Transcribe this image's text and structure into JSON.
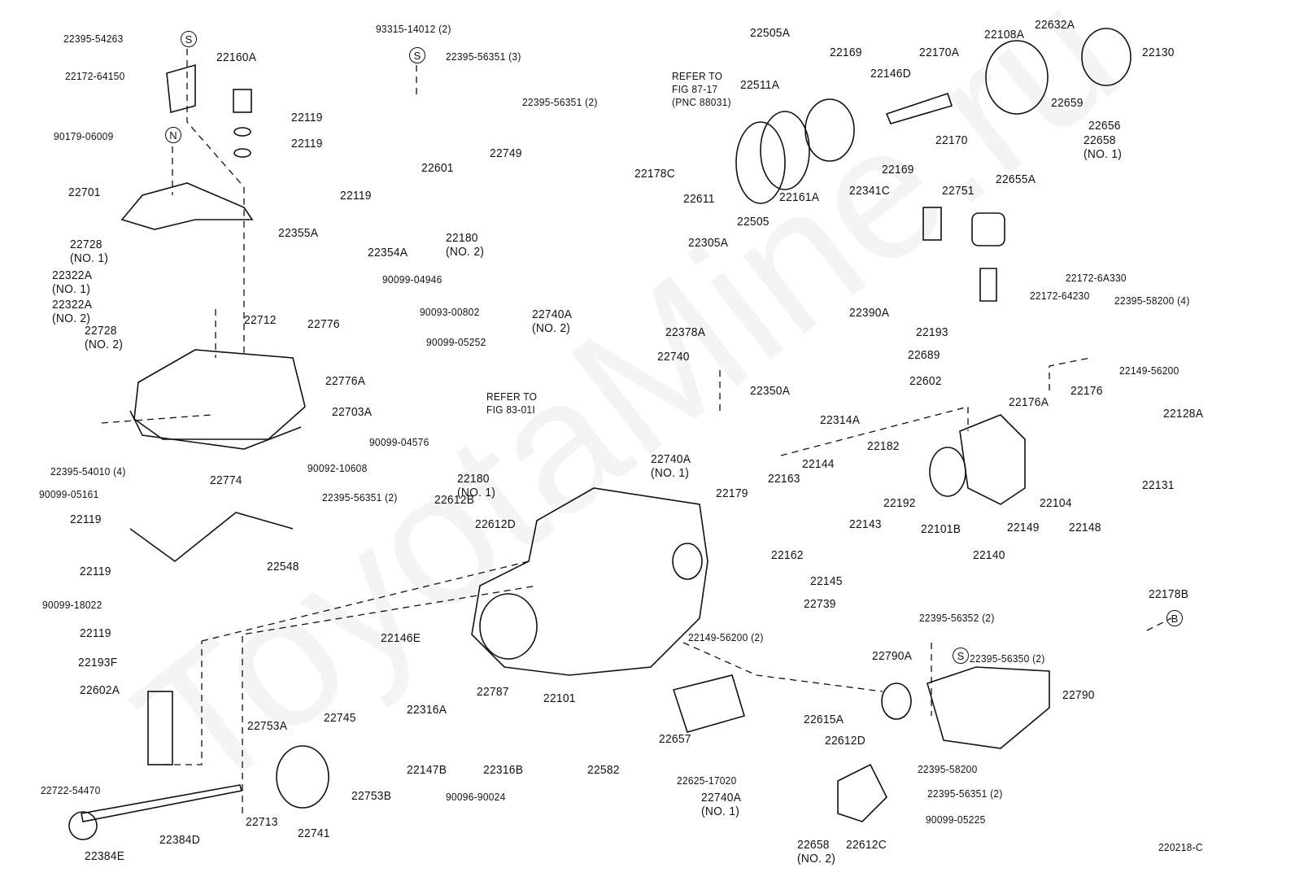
{
  "watermark": "ToyotaMine.ru",
  "labels": [
    "22395-54263",
    "22172-64150",
    "22160A",
    "22119",
    "22119",
    "90179-06009",
    "22701",
    "22728\n(NO. 1)",
    "22322A\n(NO. 1)",
    "22322A\n(NO. 2)",
    "22728\n(NO. 2)",
    "22355A",
    "22354A",
    "90099-04946",
    "22712",
    "22776",
    "90093-00802",
    "90099-05252",
    "22776A",
    "22703A",
    "22395-54010 (4)",
    "22774",
    "90099-04576",
    "90092-10608",
    "93315-14012 (2)",
    "22395-56351 (3)",
    "22601",
    "22395-56351 (2)",
    "22749",
    "22119",
    "22180\n(NO. 2)",
    "REFER TO\nFIG 87-17\n(PNC 88031)",
    "22178C",
    "22305A",
    "22505A",
    "22511A",
    "22169",
    "22169",
    "22611",
    "22505",
    "22161A",
    "22341C",
    "22146D",
    "22170A",
    "22170",
    "22108A",
    "22632A",
    "22130",
    "22659",
    "22656",
    "22658\n(NO. 1)",
    "22655A",
    "22751",
    "22390A",
    "22193",
    "22689",
    "22602",
    "22172-6A330",
    "22172-64230",
    "22395-58200 (4)",
    "22149-56200",
    "22176",
    "22176A",
    "22128A",
    "22740A\n(NO. 2)",
    "22378A",
    "22740",
    "22350A",
    "22314A",
    "REFER TO\nFIG 83-01I",
    "22740A\n(NO. 1)",
    "22180\n(NO. 1)",
    "22395-56351 (2)",
    "22612B",
    "22612D",
    "90099-05161",
    "22119",
    "22548",
    "22119",
    "90099-18022",
    "22119",
    "22193F",
    "22602A",
    "22146E",
    "22101",
    "22739",
    "22149-56200 (2)",
    "22182",
    "22144",
    "22163",
    "22179",
    "22192",
    "22143",
    "22101B",
    "22162",
    "22145",
    "22149",
    "22104",
    "22148",
    "22140",
    "22131",
    "22178B",
    "22395-56352 (2)",
    "22395-56350 (2)",
    "22790A",
    "22790",
    "22395-58200",
    "22657",
    "22625-17020",
    "22615A",
    "22612D",
    "22740A\n(NO. 1)",
    "22658\n(NO. 2)",
    "22612C",
    "22395-56351 (2)",
    "90099-05225",
    "220218-C",
    "22582",
    "22787",
    "22316A",
    "22745",
    "22753A",
    "22147B",
    "22316B",
    "90096-90024",
    "22753B",
    "22741",
    "22713",
    "22384D",
    "22384E",
    "22722-54470"
  ],
  "marks": [
    "S",
    "N",
    "S",
    "S",
    "B"
  ]
}
